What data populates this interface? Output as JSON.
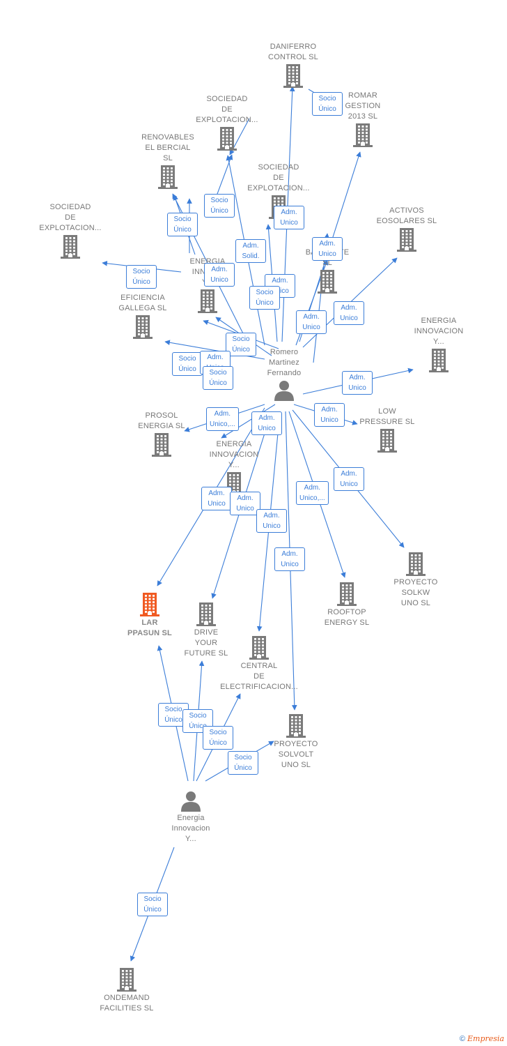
{
  "colors": {
    "edge": "#3b7dd8",
    "company": "#7a7a7a",
    "focus": "#f05a22",
    "label": "#777777"
  },
  "nodes": [
    {
      "id": "daniferro",
      "label": "DANIFERRO\nCONTROL  SL",
      "icon": "building-icon"
    },
    {
      "id": "romar",
      "label": "ROMAR\nGESTION\n2013  SL",
      "icon": "building-icon"
    },
    {
      "id": "soc-top",
      "label": "SOCIEDAD\nDE\nEXPLOTACION...",
      "icon": "building-icon"
    },
    {
      "id": "renovables",
      "label": "RENOVABLES\nEL BERCIAL\nSL",
      "icon": "building-icon"
    },
    {
      "id": "soc-mid",
      "label": "SOCIEDAD\nDE\nEXPLOTACION...",
      "icon": "building-icon"
    },
    {
      "id": "soc-left",
      "label": "SOCIEDAD\nDE\nEXPLOTACION...",
      "icon": "building-icon"
    },
    {
      "id": "activos",
      "label": "ACTIVOS\nEOSOLARES SL",
      "icon": "building-icon"
    },
    {
      "id": "bab",
      "label": "BAB...ENTE\nSL",
      "icon": "building-icon"
    },
    {
      "id": "energia1",
      "label": "ENERGIA\nINNOV...\nY...",
      "icon": "building-icon"
    },
    {
      "id": "eficiencia",
      "label": "EFICIENCIA\nGALLEGA SL",
      "icon": "building-icon"
    },
    {
      "id": "energia-right",
      "label": "ENERGIA\nINNOVACION\nY...",
      "icon": "building-icon"
    },
    {
      "id": "low",
      "label": "LOW\nPRESSURE  SL",
      "icon": "building-icon"
    },
    {
      "id": "prosol",
      "label": "PROSOL\nENERGIA  SL",
      "icon": "building-icon"
    },
    {
      "id": "energia-mid",
      "label": "ENERGIA\nINNOVACION\nY...",
      "icon": "building-icon"
    },
    {
      "id": "solkw",
      "label": "PROYECTO\nSOLKW\nUNO  SL",
      "icon": "building-icon"
    },
    {
      "id": "rooftop",
      "label": "ROOFTOP\nENERGY  SL",
      "icon": "building-icon"
    },
    {
      "id": "lar",
      "label": "LAR\nPPASUN  SL",
      "icon": "building-icon",
      "focus": true
    },
    {
      "id": "drive",
      "label": "DRIVE\nYOUR\nFUTURE  SL",
      "icon": "building-icon"
    },
    {
      "id": "central",
      "label": "CENTRAL\nDE\nELECTRIFICACION...",
      "icon": "building-icon"
    },
    {
      "id": "solvolt",
      "label": "PROYECTO\nSOLVOLT\nUNO  SL",
      "icon": "building-icon"
    },
    {
      "id": "ondemand",
      "label": "ONDEMAND\nFACILITIES SL",
      "icon": "building-icon"
    },
    {
      "id": "romero",
      "label": "Romero\nMartinez\nFernando",
      "icon": "person-icon"
    },
    {
      "id": "energia-person",
      "label": "Energia\nInnovacion\nY...",
      "icon": "person-icon"
    }
  ],
  "badges": [
    {
      "id": "b1",
      "text": "Socio\nÚnico"
    },
    {
      "id": "b2",
      "text": "Socio\nÚnico"
    },
    {
      "id": "b3",
      "text": "Socio\nÚnico"
    },
    {
      "id": "b4",
      "text": "Adm.\nUnico"
    },
    {
      "id": "b5",
      "text": "Adm.\nSolid."
    },
    {
      "id": "b6",
      "text": "Adm.\nUnico"
    },
    {
      "id": "b7",
      "text": "Socio\nÚnico"
    },
    {
      "id": "b8",
      "text": "Adm.\nUnico"
    },
    {
      "id": "b9",
      "text": "Adm.\nUnico"
    },
    {
      "id": "b10",
      "text": "Socio\nÚnico"
    },
    {
      "id": "b11",
      "text": "Adm.\nUnico"
    },
    {
      "id": "b12",
      "text": "Adm.\nUnico"
    },
    {
      "id": "b13",
      "text": "Socio\nÚnico"
    },
    {
      "id": "b14",
      "text": "Socio\nÚnico"
    },
    {
      "id": "b15",
      "text": "Adm.\nUnico"
    },
    {
      "id": "b16",
      "text": "Socio\nÚnico"
    },
    {
      "id": "b17",
      "text": "Adm.\nUnico"
    },
    {
      "id": "b18",
      "text": "Adm.\nUnico"
    },
    {
      "id": "b19",
      "text": "Adm.\nUnico,..."
    },
    {
      "id": "b20",
      "text": "Adm.\nUnico"
    },
    {
      "id": "b21",
      "text": "Adm.\nUnico"
    },
    {
      "id": "b22",
      "text": "Adm.\nUnico,..."
    },
    {
      "id": "b23",
      "text": "Adm.\nUnico"
    },
    {
      "id": "b24",
      "text": "Adm.\nUnico"
    },
    {
      "id": "b25",
      "text": "Adm.\nUnico"
    },
    {
      "id": "b26",
      "text": "Adm.\nUnico"
    },
    {
      "id": "b27",
      "text": "Socio\nÚnico"
    },
    {
      "id": "b28",
      "text": "Socio\nÚnico"
    },
    {
      "id": "b29",
      "text": "Socio\nÚnico"
    },
    {
      "id": "b30",
      "text": "Socio\nÚnico"
    },
    {
      "id": "b31",
      "text": "Socio\nÚnico"
    },
    {
      "id": "b32",
      "text": "Adm.\nUnico"
    }
  ],
  "credit": {
    "symbol": "©",
    "brand_initial": "E",
    "brand_rest": "mpresia"
  }
}
